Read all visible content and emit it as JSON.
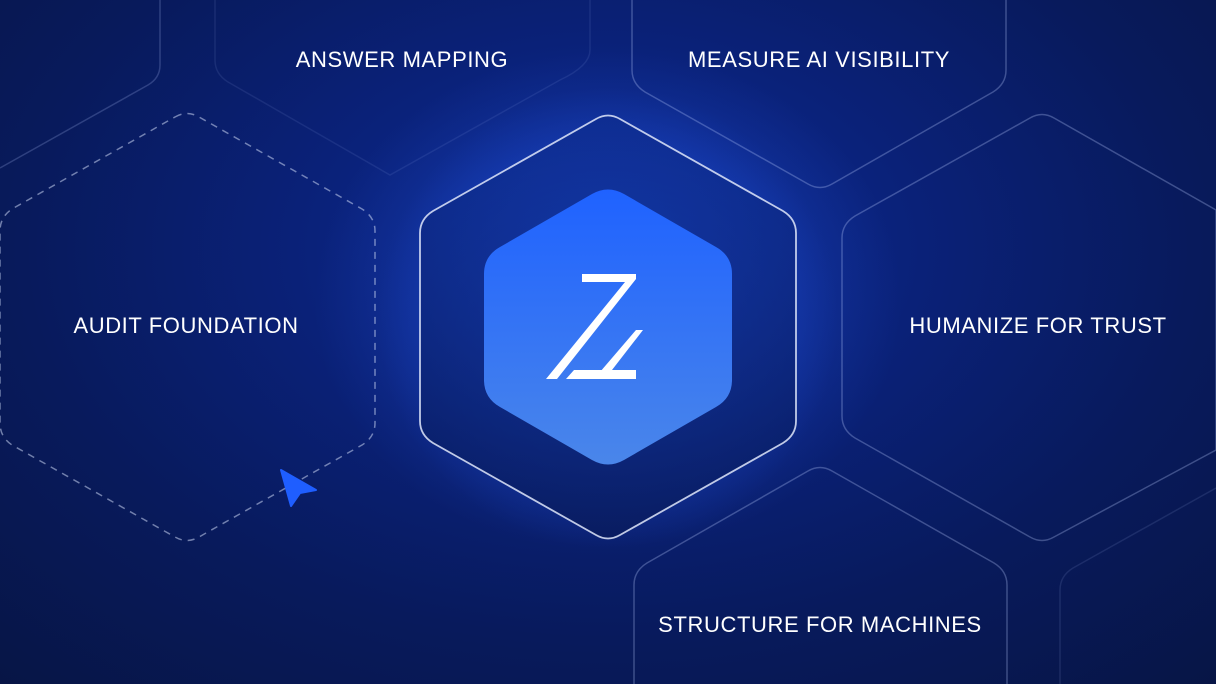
{
  "labels": {
    "answer_mapping": "ANSWER MAPPING",
    "measure_ai_visibility": "MEASURE AI VISIBILITY",
    "audit_foundation": "AUDIT FOUNDATION",
    "humanize_for_trust": "HUMANIZE FOR TRUST",
    "structure_for_machines": "STRUCTURE FOR MACHINES"
  },
  "center": {
    "logo_icon": "z-logo-icon"
  },
  "colors": {
    "background_dark": "#071545",
    "background_mid": "#0d2d9a",
    "logo_blue": "#2a6df0",
    "cursor_blue": "#1f5eff",
    "outline": "#c8d4f0"
  }
}
